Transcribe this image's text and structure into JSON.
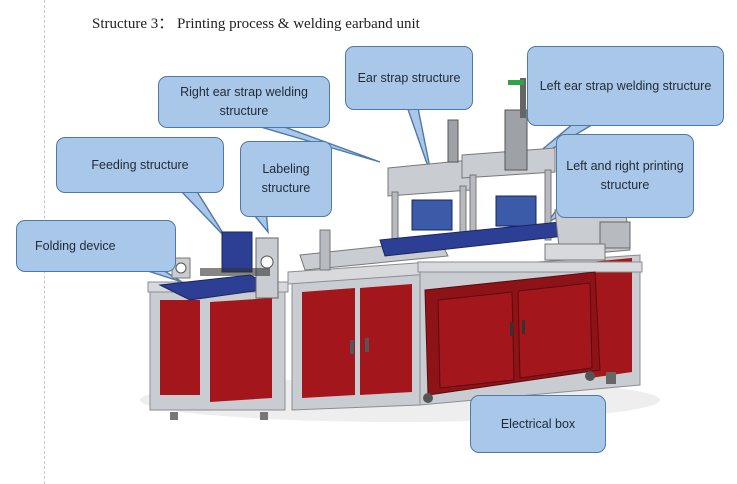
{
  "title": "Structure 3： Printing process & welding earband unit",
  "colors": {
    "callout_fill": "#a9c7e8",
    "callout_border": "#4f79a6",
    "cabinet_red": "#a3161c",
    "frame_gray": "#c9ccd0",
    "mechanism_blue": "#2c3f95"
  },
  "callouts": {
    "right_ear_strap_welding": "Right ear strap welding structure",
    "ear_strap": "Ear strap structure",
    "left_ear_strap_welding": "Left ear strap welding structure",
    "feeding": "Feeding structure",
    "labeling": "Labeling structure",
    "left_right_printing": "Left and right printing structure",
    "folding": "Folding device",
    "electrical_box": "Electrical box"
  }
}
